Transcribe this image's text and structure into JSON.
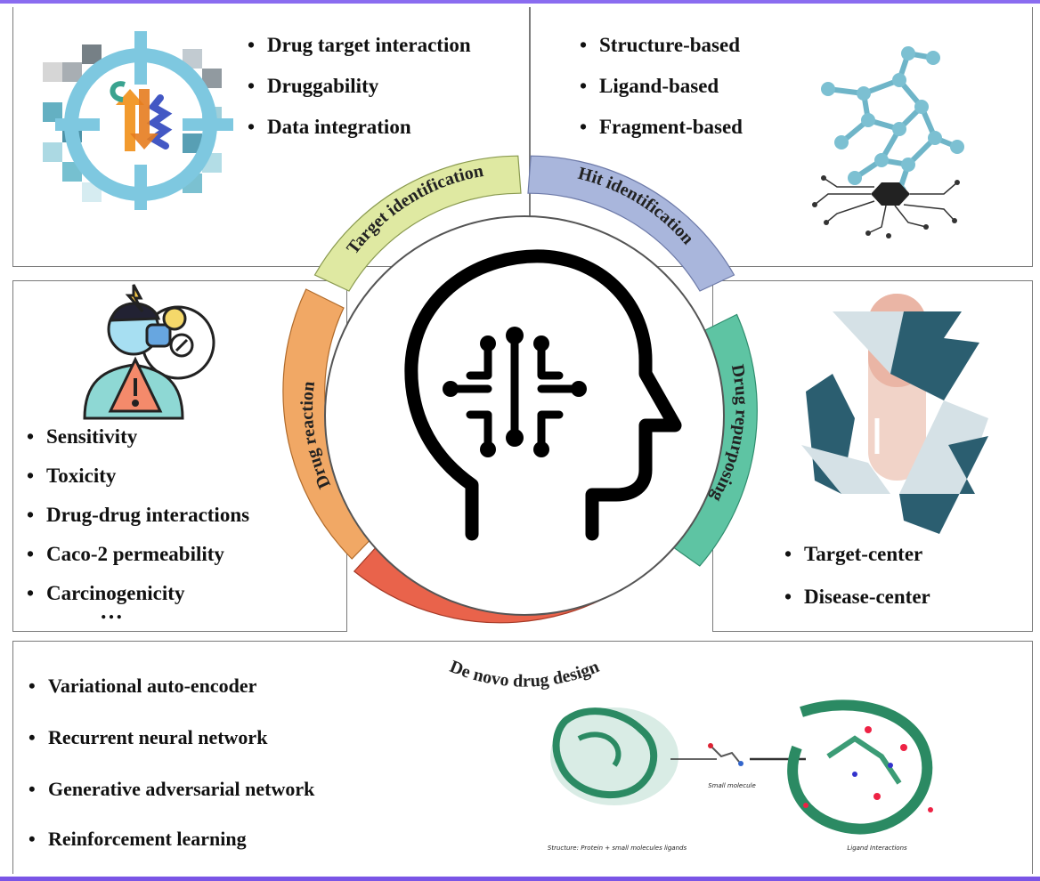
{
  "center": {
    "icon": "ai-head-circuit-icon"
  },
  "ring": {
    "target_identification": "Target identification",
    "hit_identification": "Hit identification",
    "drug_repurposing": "Drug repurposing",
    "de_novo_drug_design": "De novo drug design",
    "drug_reaction": "Drug reaction"
  },
  "colors": {
    "target_identification": "#dfe9a2",
    "hit_identification": "#a9b6dc",
    "drug_repurposing": "#5ec4a3",
    "de_novo_drug_design": "#e9634b",
    "drug_reaction": "#f1a865",
    "frame_top": "#8a6cf0",
    "frame_bottom": "#7a55e6"
  },
  "panels": {
    "target_identification": {
      "items": [
        "Drug target interaction",
        "Druggability",
        "Data integration"
      ],
      "icon": "target-crosshair-protein-icon"
    },
    "hit_identification": {
      "items": [
        "Structure-based",
        "Ligand-based",
        "Fragment-based"
      ],
      "icon": "molecule-chip-icon"
    },
    "drug_reaction": {
      "items": [
        "Sensitivity",
        "Toxicity",
        "Drug-drug interactions",
        "Caco-2 permeability",
        "Carcinogenicity"
      ],
      "ellipsis": "…",
      "icon": "person-warning-icon"
    },
    "drug_repurposing": {
      "items": [
        "Target-center",
        "Disease-center"
      ],
      "icon": "recycle-capsule-icon"
    },
    "de_novo_drug_design": {
      "items": [
        "Variational auto-encoder",
        "Recurrent neural network",
        "Generative adversarial network",
        "Reinforcement learning"
      ],
      "captions": {
        "structure": "Structure: Protein + small molecules ligands",
        "small_molecule": "Small molecule",
        "interactions": "Ligand Interactions"
      },
      "icon": "protein-ligand-icon"
    }
  }
}
